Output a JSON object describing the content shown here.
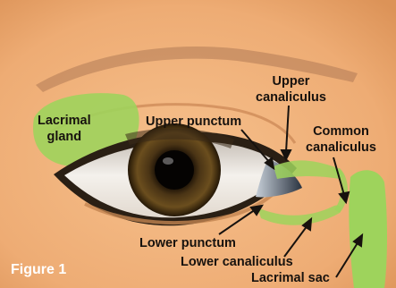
{
  "figure": {
    "label": "Figure 1",
    "colors": {
      "skin": "#f0b27c",
      "skin_shade": "#d98d55",
      "lacrimal_green": "#9ed35c",
      "iris": "#3b2a12",
      "text": "#17120e",
      "figure_label": "#ffffff"
    }
  },
  "labels": {
    "lacrimal_gland": [
      "Lacrimal",
      "gland"
    ],
    "upper_punctum": "Upper punctum",
    "upper_canaliculus": [
      "Upper",
      "canaliculus"
    ],
    "common_canaliculus": [
      "Common",
      "canaliculus"
    ],
    "lower_punctum": "Lower punctum",
    "lower_canaliculus": "Lower canaliculus",
    "lacrimal_sac": "Lacrimal sac"
  }
}
